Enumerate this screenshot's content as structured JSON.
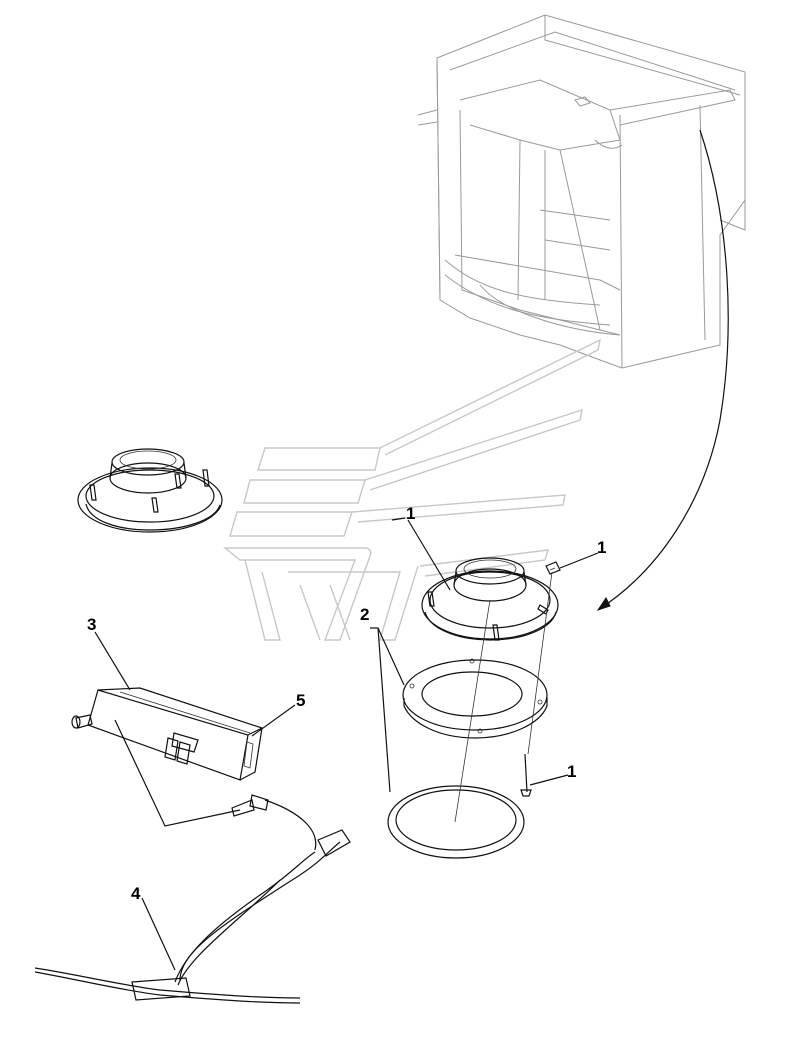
{
  "diagram": {
    "callouts": {
      "c1a": "1",
      "c1b": "1",
      "c1c": "1",
      "c2": "2",
      "c3": "3",
      "c4": "4",
      "c5": "5"
    },
    "colors": {
      "line": "#111111",
      "cab": "#9a9a9a",
      "watermark": "#c8c8c8",
      "background": "#ffffff"
    }
  }
}
